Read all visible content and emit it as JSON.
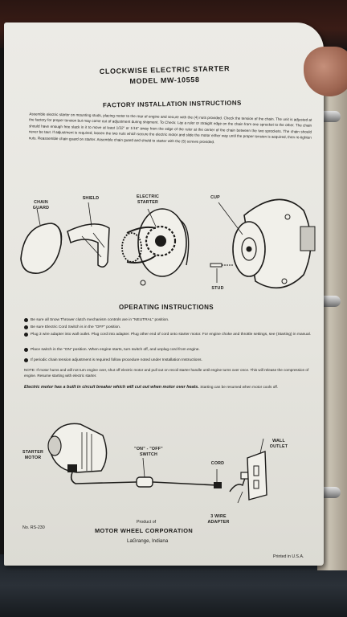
{
  "document": {
    "title": "CLOCKWISE ELECTRIC STARTER",
    "subtitle": "MODEL MW-10558",
    "factory_heading": "FACTORY INSTALLATION INSTRUCTIONS",
    "factory_text": "Assemble electric starter on mounting studs, placing motor to the rear of engine and secure with the (4) nuts provided. Check the tension of the chain. The unit is adjusted at the factory for proper tension but may come out of adjustment during shipment. To Check: Lay a ruler or straight edge on the chain from one sprocket to the other. The chain should have enough free slack in it to move at least 1/32\" or 1/16\" away from the edge of the ruler at the center of the chain between the two sprockets. The chain should never be taut. If adjustment is required, loosen the two nuts which secure the electric motor and slide the motor either way until the proper tension is acquired, then re-tighten nuts. Reassemble chain guard on starter. Assemble chain guard and shield to starter with the (5) screws provided.",
    "operating_heading": "OPERATING INSTRUCTIONS",
    "operating_items": [
      "Be sure all Snow Thrower clutch mechanism controls are in \"NEUTRAL\" position.",
      "Be sure Electric Cord Switch is in the \"OFF\" position.",
      "Plug 3 wire adapter into wall outlet. Plug cord into adapter. Plug other end of cord onto starter motor. For engine choke and throttle settings, see (Starting) in manual.",
      "Place switch in the \"ON\" position. When engine starts, turn switch off, and unplug cord from engine.",
      "If periodic chain tension adjustment is required follow procedure noted under Installation Instructions."
    ],
    "note": "NOTE: If motor hums and will not turn engine over, shut off electric motor and pull out on recoil starter handle until engine turns over once. This will release the compression of engine. Resume starting with electric starter.",
    "italic_note": "Electric motor has a built in circuit breaker which will cut out when motor over heats.",
    "italic_note_tail": "Starting can be resumed when motor cools off.",
    "product_of": "Product of",
    "company": "MOTOR WHEEL CORPORATION",
    "city": "LaGrange, Indiana",
    "form_number": "No. RS-230",
    "printed_in": "Printed in U.S.A."
  },
  "diagram_top": {
    "labels": {
      "chain_guard_1": "CHAIN",
      "chain_guard_2": "GUARD",
      "shield": "SHIELD",
      "starter_1": "ELECTRIC",
      "starter_2": "STARTER",
      "cup": "CUP",
      "stud": "STUD"
    }
  },
  "diagram_bottom": {
    "labels": {
      "motor_1": "STARTER",
      "motor_2": "MOTOR",
      "switch_1": "\"ON\" - \"OFF\"",
      "switch_2": "SWITCH",
      "cord": "CORD",
      "outlet_1": "WALL",
      "outlet_2": "OUTLET",
      "adapter_1": "3 WIRE",
      "adapter_2": "ADAPTER"
    }
  },
  "colors": {
    "paper": "#e8e7e1",
    "ink": "#1d1c1a",
    "binder": "#b9b1a1",
    "background": "#141414"
  }
}
